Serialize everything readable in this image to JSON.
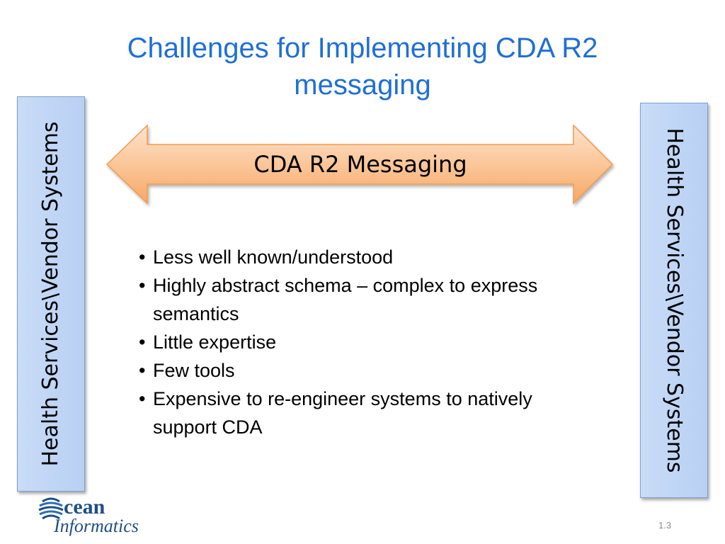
{
  "slide": {
    "title": "Challenges for Implementing CDA R2 messaging",
    "left_box_label": "Health Services\\Vendor Systems",
    "right_box_label": "Health Services\\Vendor Systems",
    "arrow_label": "CDA R2 Messaging",
    "bullets": [
      "Less well known/understood",
      "Highly abstract schema – complex to express semantics",
      "Little expertise",
      "Few tools",
      "Expensive to re-engineer systems to natively support CDA"
    ],
    "logo": {
      "word1": "cean",
      "word2": "Informatics"
    },
    "page_number": "1.3"
  },
  "colors": {
    "title": "#1f6fd6",
    "box_fill": "#c9dcf7",
    "arrow_fill": "#fbc79a",
    "arrow_stroke": "#f39a4c"
  }
}
